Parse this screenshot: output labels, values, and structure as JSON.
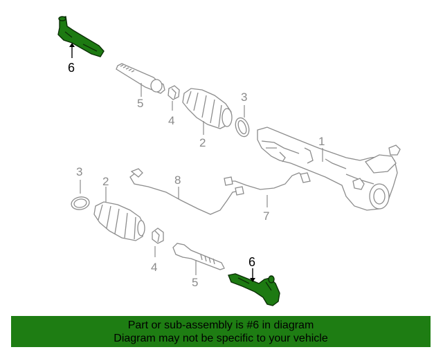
{
  "diagram": {
    "callouts": {
      "tie_rod_end_top": "6",
      "inner_tie_rod_top": "5",
      "jam_nut_top": "4",
      "boot_top": "2",
      "clamp_top": "3",
      "rack_gear": "1",
      "clamp_bottom": "3",
      "boot_bottom": "2",
      "harness_8": "8",
      "harness_7": "7",
      "jam_nut_bottom": "4",
      "inner_tie_rod_bottom": "5",
      "tie_rod_end_bottom": "6"
    },
    "highlight_color": "#1e7d13"
  },
  "banner": {
    "line1": "Part or sub-assembly is #6 in diagram",
    "line2": "Diagram may not be specific to your vehicle"
  }
}
